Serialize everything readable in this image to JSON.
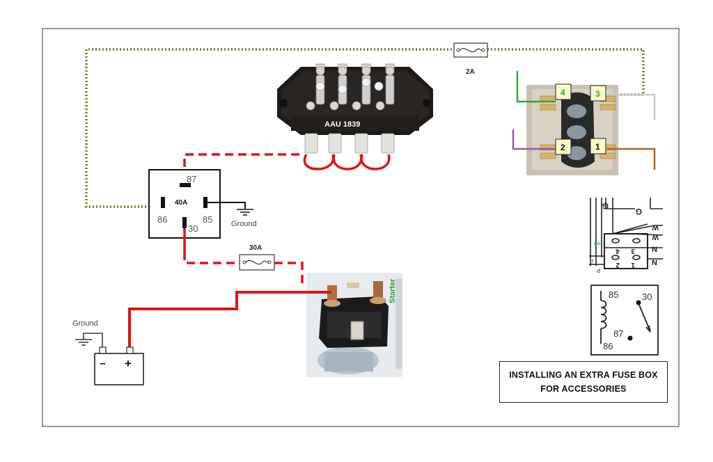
{
  "fuse_box": {
    "label": "AAU 1839"
  },
  "fuses": {
    "top": "2A",
    "main": "30A"
  },
  "relay": {
    "rating": "40A",
    "pins": {
      "p87": "87",
      "p86": "86",
      "p85": "85",
      "p30": "30"
    }
  },
  "ground_labels": {
    "relay_ground": "Ground",
    "battery_ground": "Ground"
  },
  "battery": {
    "minus": "–",
    "plus": "+"
  },
  "starter": {
    "label": "Starter"
  },
  "switch_terminals": {
    "t1": "1",
    "t2": "2",
    "t3": "3",
    "t4": "4"
  },
  "schematic": {
    "left_letters": {
      "g": "G",
      "g2": "G",
      "w1": "W",
      "w2": "W",
      "n1": "N",
      "n2": "N",
      "gr": "GR",
      "p1": "P",
      "p2": "P"
    },
    "switch_numbers": {
      "s4": "4",
      "s3": "3",
      "s2": "2",
      "s1": "1"
    }
  },
  "relay_symbol": {
    "p85": "85",
    "p30": "30",
    "p87": "87",
    "p86": "86"
  },
  "title": {
    "line1": "INSTALLING AN EXTRA FUSE BOX",
    "line2": "FOR ACCESSORIES"
  },
  "colors": {
    "red_wire": "#e01414",
    "green_dotted": "#6b7f2a",
    "green_wire": "#2fa82f",
    "purple_wire": "#9a55b0",
    "brown_wire": "#b5651d",
    "grey_wire": "#c8c8c8",
    "switch_label_bg": "#fafac8",
    "starter_text": "#2aa040"
  }
}
